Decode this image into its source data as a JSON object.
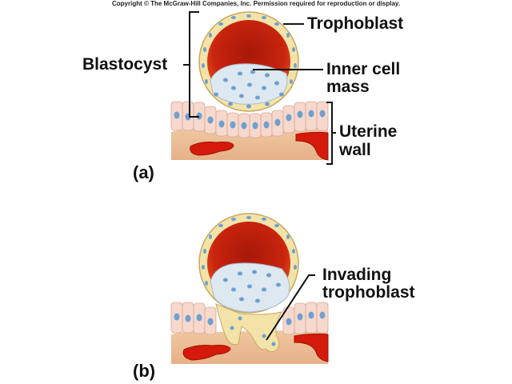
{
  "copyright": "Copyright © The McGraw-Hill Companies, Inc. Permission required for reproduction or display.",
  "panel_a": {
    "letter": "(a)",
    "labels": {
      "blastocyst": "Blastocyst",
      "trophoblast": "Trophoblast",
      "inner_cell_mass_line1": "Inner cell",
      "inner_cell_mass_line2": "mass",
      "uterine_wall_line1": "Uterine",
      "uterine_wall_line2": "wall"
    }
  },
  "panel_b": {
    "letter": "(b)",
    "labels": {
      "invading_line1": "Invading",
      "invading_line2": "trophoblast"
    }
  },
  "colors": {
    "cavity": "#c8200e",
    "trophoblast": "#f3e3a8",
    "inner_cell": "#dde8f0",
    "nucleus": "#6ea0d0",
    "epithelium": "#f6d6c8",
    "stroma": "#e8b890",
    "blood": "#d41a0a"
  }
}
